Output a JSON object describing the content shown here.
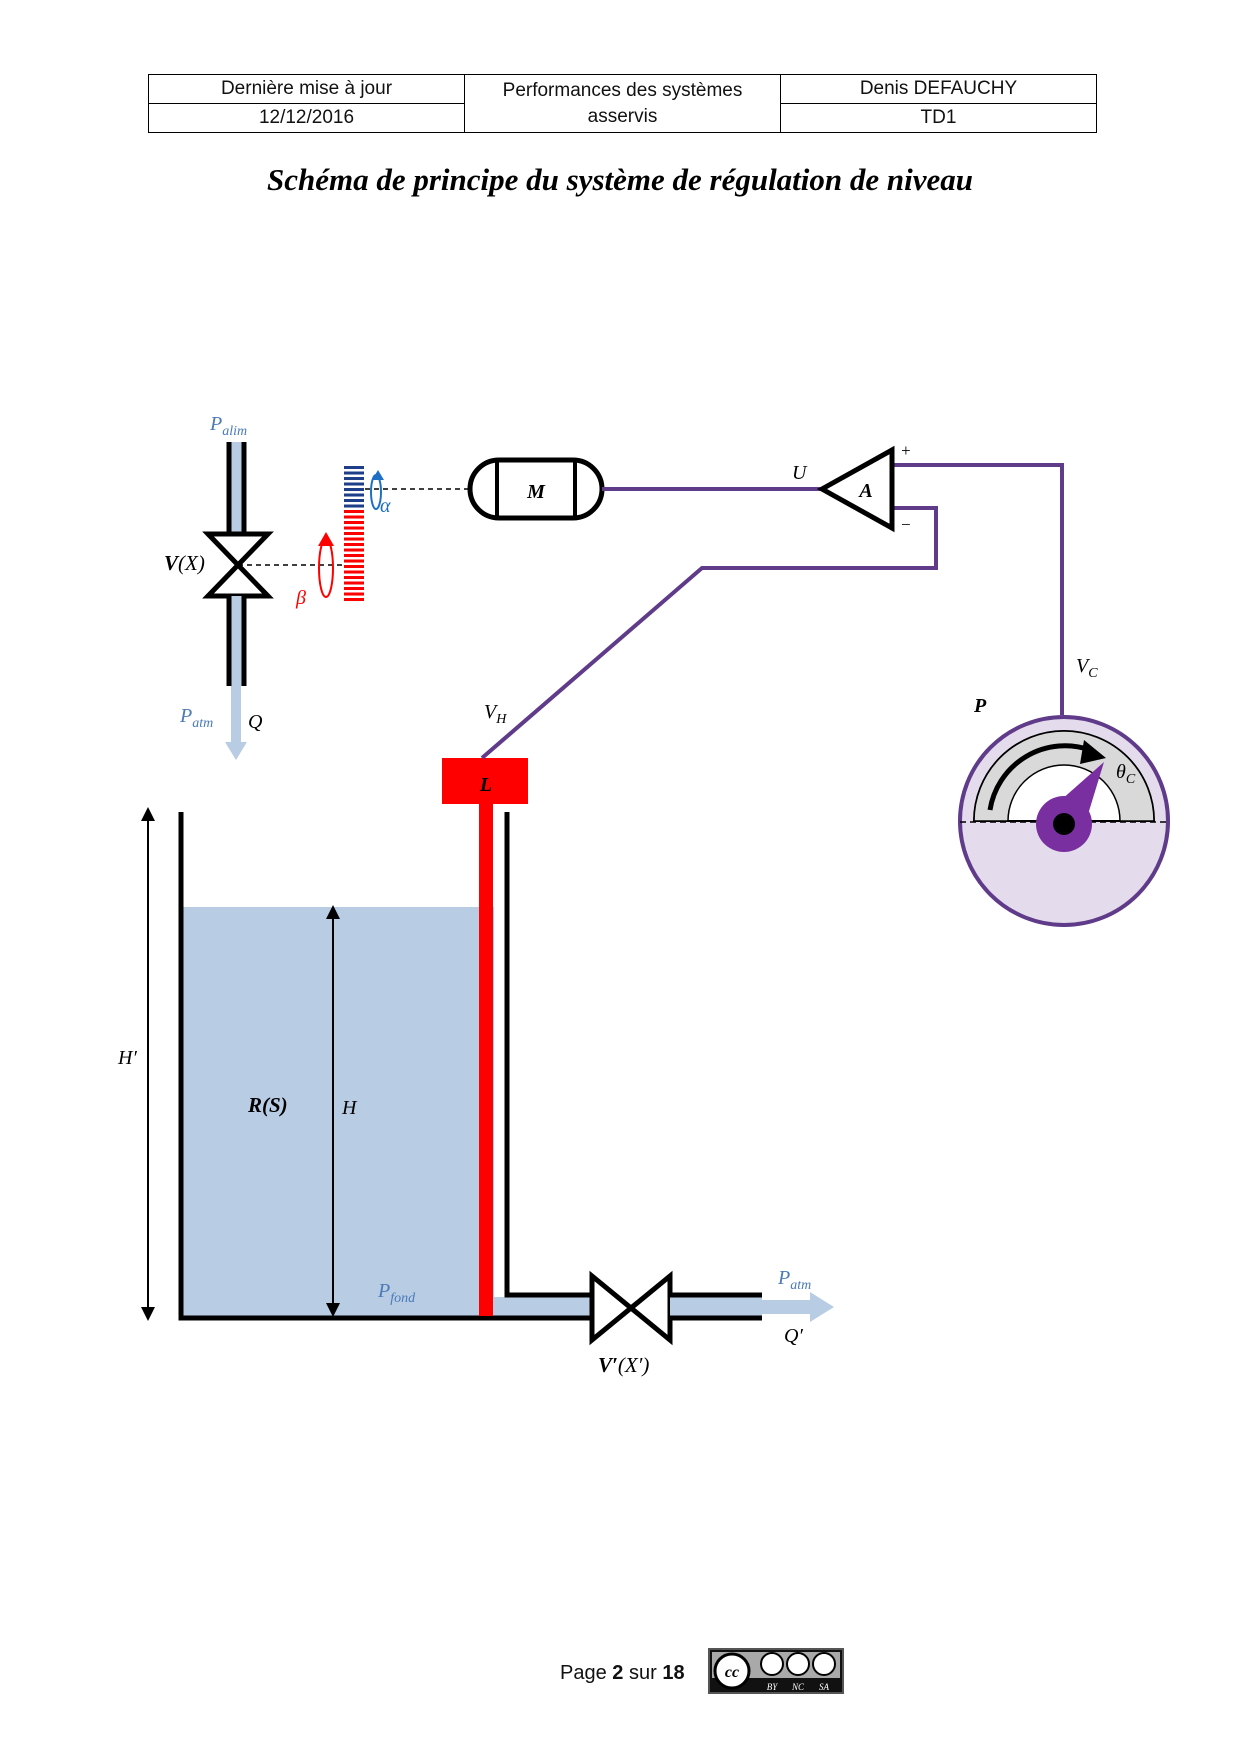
{
  "header": {
    "last_update_label": "Dernière mise à jour",
    "date": "12/12/2016",
    "course_line1": "Performances des systèmes",
    "course_line2": "asservis",
    "author": "Denis DEFAUCHY",
    "doc_id": "TD1"
  },
  "title": "Schéma de principe du système de régulation de niveau",
  "diagram": {
    "p_alim": "P",
    "p_alim_sub": "alim",
    "p_atm": "P",
    "p_atm_sub": "atm",
    "q": "Q",
    "valve_v": "V",
    "valve_v_arg": "(X)",
    "beta": "β",
    "alpha": "α",
    "motor": "M",
    "amplifier": "A",
    "u": "U",
    "plus": "+",
    "minus": "−",
    "v_c": "V",
    "v_c_sub": "C",
    "v_h": "V",
    "v_h_sub": "H",
    "sensor": "L",
    "potentiometer": "P",
    "theta_c": "θ",
    "theta_c_sub": "C",
    "h_prime": "H′",
    "h": "H",
    "reservoir": "R(S)",
    "p_fond": "P",
    "p_fond_sub": "fond",
    "outlet_p_atm": "P",
    "outlet_p_atm_sub": "atm",
    "q_prime": "Q′",
    "valve_v_prime": "V′",
    "valve_v_prime_arg": "(X′)"
  },
  "footer": {
    "page_label": "Page",
    "page_num": "2",
    "sur": "sur",
    "total": "18",
    "cc_text": "cc",
    "cc_by": "BY",
    "cc_nc": "NC",
    "cc_sa": "SA"
  },
  "colors": {
    "water": "#b8cce4",
    "red": "#ff0000",
    "purple": "#5f3b8a",
    "potentiometer_fill": "#e4dcec",
    "blue_label": "#4a7ab8",
    "gear_blue": "#1f3e8a"
  }
}
